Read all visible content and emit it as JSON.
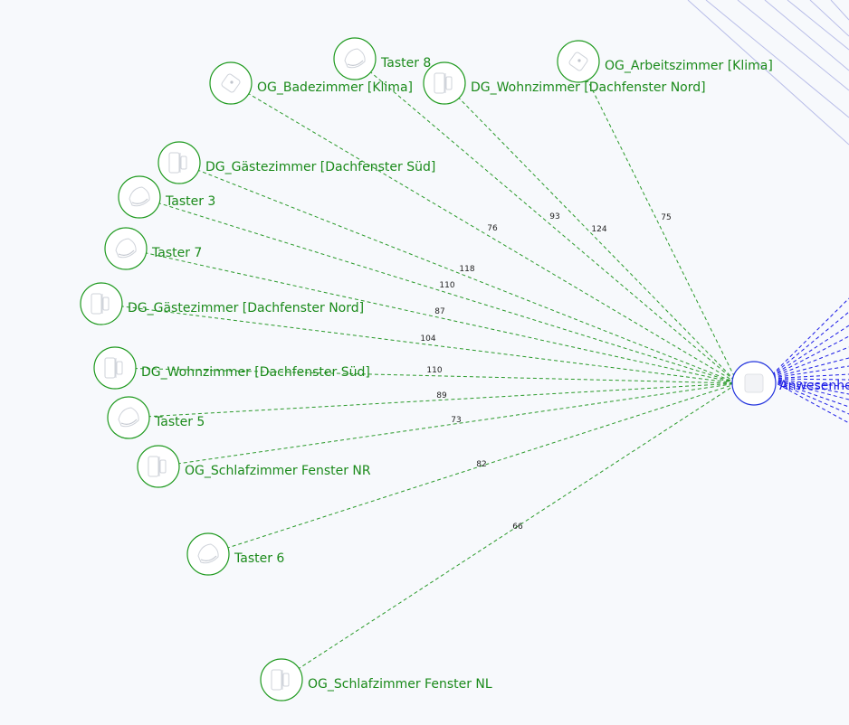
{
  "hub": {
    "label": "Anwesenhe",
    "icon": "hub-device-icon"
  },
  "nodes": [
    {
      "id": "taster-8",
      "label": "Taster 8",
      "icon": "switch-icon",
      "distance": "93"
    },
    {
      "id": "og-badezimmer",
      "label": "OG_Badezimmer [Klima]",
      "icon": "climate-sensor-icon",
      "distance": "76"
    },
    {
      "id": "dg-wohnzimmer-nord",
      "label": "DG_Wohnzimmer [Dachfenster Nord]",
      "icon": "window-sensor-icon",
      "distance": "124"
    },
    {
      "id": "og-arbeitszimmer",
      "label": "OG_Arbeitszimmer [Klima]",
      "icon": "climate-sensor-icon",
      "distance": "75"
    },
    {
      "id": "dg-gaestezimmer-sued",
      "label": "DG_Gästezimmer [Dachfenster Süd]",
      "icon": "window-sensor-icon",
      "distance": "118"
    },
    {
      "id": "taster-3",
      "label": "Taster 3",
      "icon": "switch-icon",
      "distance": "110"
    },
    {
      "id": "taster-7",
      "label": "Taster 7",
      "icon": "switch-icon",
      "distance": "87"
    },
    {
      "id": "dg-gaestezimmer-nord",
      "label": "DG_Gästezimmer [Dachfenster Nord]",
      "icon": "window-sensor-icon",
      "distance": "104"
    },
    {
      "id": "dg-wohnzimmer-sued",
      "label": "DG_Wohnzimmer [Dachfenster Süd]",
      "icon": "window-sensor-icon",
      "distance": "110"
    },
    {
      "id": "taster-5",
      "label": "Taster 5",
      "icon": "switch-icon",
      "distance": "89"
    },
    {
      "id": "og-schlafzimmer-nr",
      "label": "OG_Schlafzimmer Fenster NR",
      "icon": "window-sensor-icon",
      "distance": "73"
    },
    {
      "id": "taster-6",
      "label": "Taster 6",
      "icon": "switch-icon",
      "distance": "82"
    },
    {
      "id": "og-schlafzimmer-nl",
      "label": "OG_Schlafzimmer Fenster NL",
      "icon": "window-sensor-icon",
      "distance": "66"
    }
  ],
  "colors": {
    "node": "#1f9a1f",
    "hub": "#2233dd",
    "background": "#f7f9fc"
  }
}
